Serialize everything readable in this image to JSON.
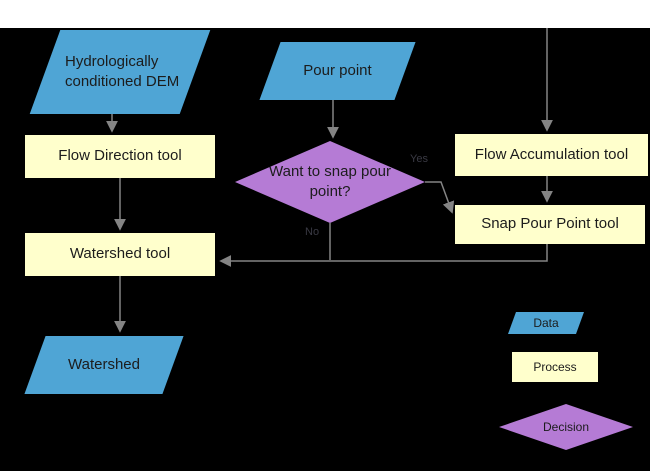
{
  "colors": {
    "canvas_bg": "#000000",
    "data_fill": "#4FA5D5",
    "process_fill": "#FFFFCC",
    "decision_fill": "#B57BD5",
    "connector": "#848484"
  },
  "nodes": {
    "dem": {
      "label": "Hydrologically conditioned DEM",
      "type": "data"
    },
    "pour_point": {
      "label": "Pour point",
      "type": "data"
    },
    "flow_direction": {
      "label": "Flow Direction tool",
      "type": "process"
    },
    "decision": {
      "label": "Want to snap pour point?",
      "type": "decision"
    },
    "flow_accumulation": {
      "label": "Flow Accumulation tool",
      "type": "process"
    },
    "snap_pour_point": {
      "label": "Snap Pour Point tool",
      "type": "process"
    },
    "watershed_tool": {
      "label": "Watershed tool",
      "type": "process"
    },
    "watershed": {
      "label": "Watershed",
      "type": "data"
    }
  },
  "edge_labels": {
    "yes": "Yes",
    "no": "No"
  },
  "edges": [
    {
      "from": "dem",
      "to": "flow_direction"
    },
    {
      "from": "flow_direction",
      "to": "watershed_tool"
    },
    {
      "from": "pour_point",
      "to": "decision"
    },
    {
      "from": "top",
      "to": "flow_accumulation"
    },
    {
      "from": "decision",
      "to": "snap_pour_point",
      "label": "Yes"
    },
    {
      "from": "flow_accumulation",
      "to": "snap_pour_point"
    },
    {
      "from": "snap_pour_point",
      "to": "watershed_tool"
    },
    {
      "from": "decision",
      "to": "watershed_tool",
      "label": "No"
    },
    {
      "from": "watershed_tool",
      "to": "watershed"
    }
  ],
  "legend": {
    "data": "Data",
    "process": "Process",
    "decision": "Decision"
  }
}
